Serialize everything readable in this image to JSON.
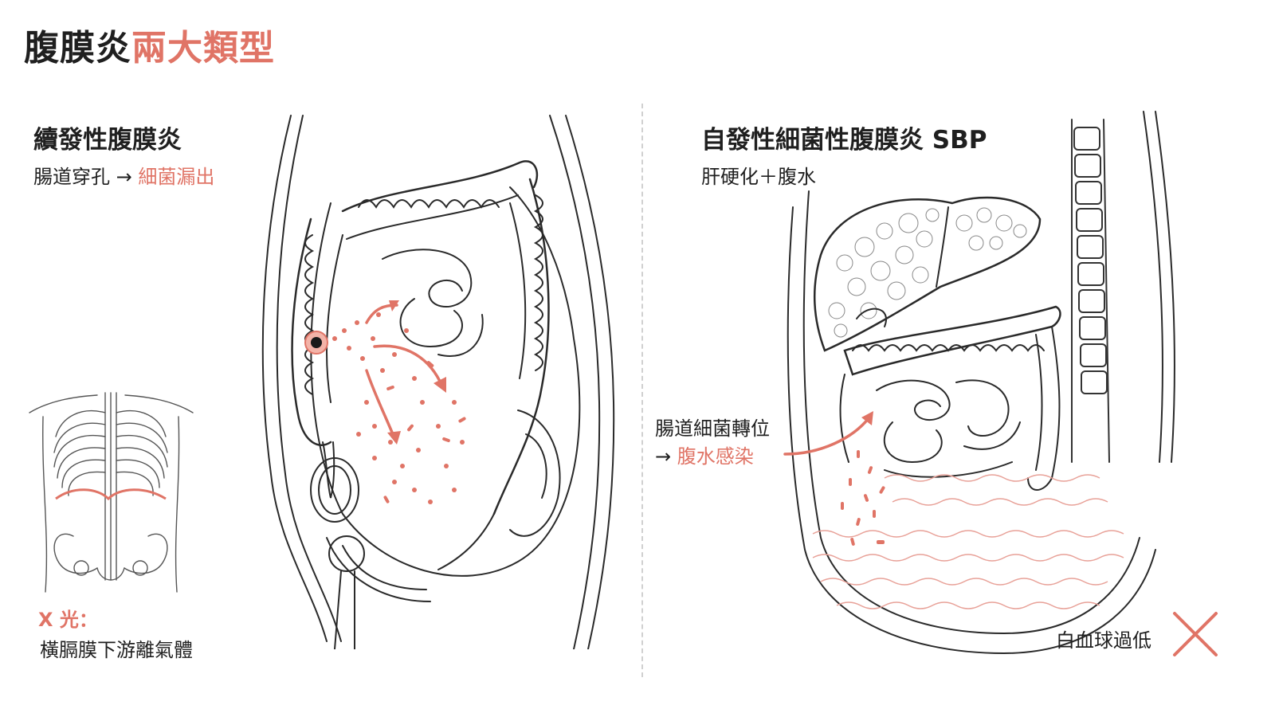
{
  "title": {
    "main": "腹膜炎",
    "accent": "兩大類型"
  },
  "left": {
    "heading": "續發性腹膜炎",
    "cause_prefix": "腸道穿孔 →",
    "cause_accent": "細菌漏出",
    "xray_label": "X 光：",
    "xray_finding": "橫膈膜下游離氣體"
  },
  "right": {
    "heading": "自發性細菌性腹膜炎 SBP",
    "cause": "肝硬化＋腹水",
    "arrow_label_line1": "腸道細菌轉位",
    "arrow_label_prefix": "→",
    "arrow_label_accent": "腹水感染",
    "wbc_label": "白血球過低"
  },
  "colors": {
    "accent": "#e07466",
    "line": "#2a2a2a",
    "text": "#1f1f1f"
  }
}
